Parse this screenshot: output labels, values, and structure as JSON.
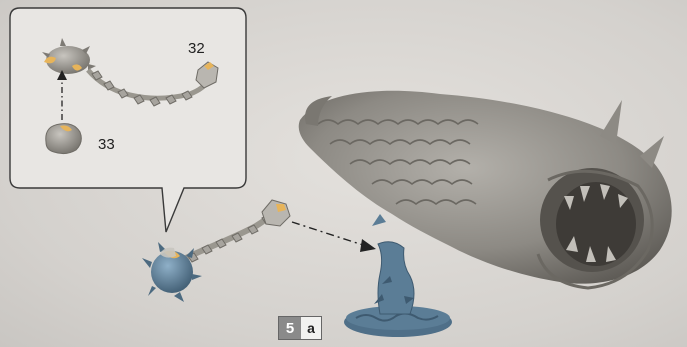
{
  "callout": {
    "part_a_number": "32",
    "part_b_number": "33"
  },
  "step": {
    "number": "5",
    "letter": "a"
  },
  "colors": {
    "background": "#d6d3cf",
    "model_gray": "#8d8a84",
    "flail_blue": "#5b7d96",
    "highlight_gold": "#e7b45a"
  }
}
